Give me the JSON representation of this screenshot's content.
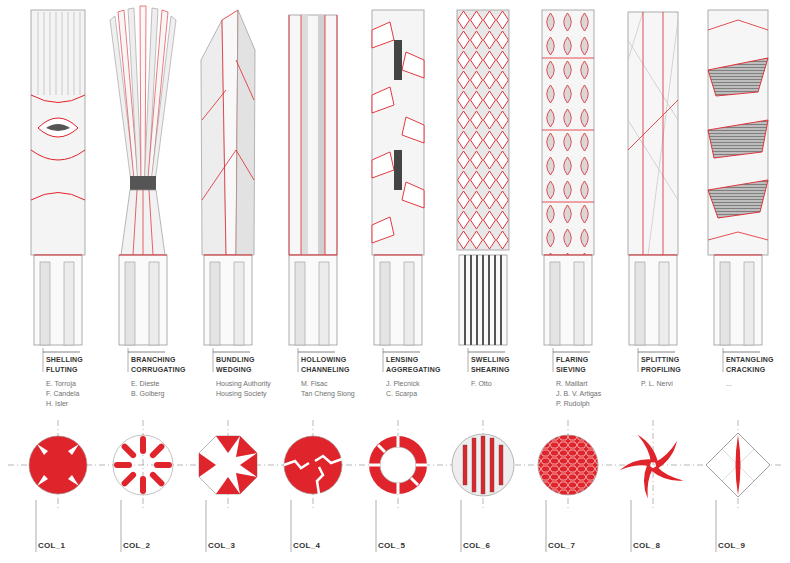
{
  "diagram": {
    "labels": [
      "SHELLING",
      "FLUTING",
      "E. Torroja",
      "F. Candela",
      "H. Isler",
      "BRANCHING",
      "CORRUGATING",
      "E. Dieste",
      "B. Golberg",
      "BUNDLING",
      "WEDGING",
      "Housing Authority",
      "Housing Society",
      "HOLLOWING",
      "CHANNELING",
      "M. Fisac",
      "Tan Cheng Siong",
      "LENSING",
      "AGGREGATING",
      "J. Plecnick",
      "C. Scarpa",
      "SWELLING",
      "SHEARING",
      "F. Otto",
      "FLARING",
      "SIEVING",
      "R. Maillart",
      "J. B. V. Artigas",
      "P. Rudolph",
      "SPLITTING",
      "PROFILING",
      "P. L. Nervi",
      "ENTANGLING",
      "CRACKING",
      "...",
      "COL_1",
      "COL_2",
      "COL_3",
      "COL_4",
      "COL_5",
      "COL_6",
      "COL_7",
      "COL_8",
      "COL_9"
    ]
  }
}
